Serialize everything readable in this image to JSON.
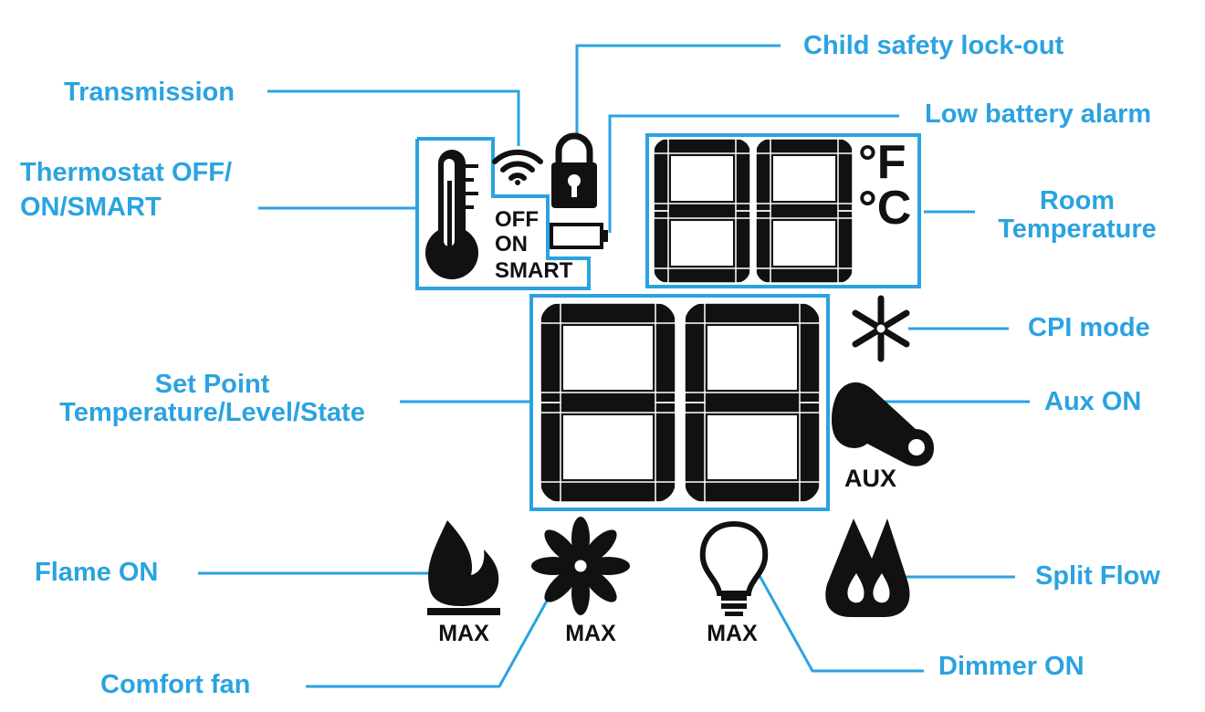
{
  "labels": {
    "child_lock": "Child safety lock-out",
    "transmission": "Transmission",
    "low_battery": "Low battery alarm",
    "thermostat_line1": "Thermostat OFF/",
    "thermostat_line2": "ON/SMART",
    "room_temp_line1": "Room",
    "room_temp_line2": "Temperature",
    "cpi_mode": "CPI mode",
    "set_point_line1": "Set Point",
    "set_point_line2": "Temperature/Level/State",
    "aux_on": "Aux ON",
    "flame_on": "Flame ON",
    "split_flow": "Split Flow",
    "dimmer_on": "Dimmer ON",
    "comfort_fan": "Comfort fan"
  },
  "display": {
    "off": "OFF",
    "on": "ON",
    "smart": "SMART",
    "fahrenheit": "°F",
    "celsius": "°C",
    "aux": "AUX",
    "max_flame": "MAX",
    "max_fan": "MAX",
    "max_dimmer": "MAX"
  },
  "colors": {
    "accent": "#2aa3e0",
    "segment": "#111111"
  },
  "icons": [
    "thermometer-icon",
    "wifi-icon",
    "padlock-icon",
    "battery-icon",
    "snowflake-icon",
    "hand-pointer-icon",
    "flame-icon",
    "fan-icon",
    "bulb-icon",
    "split-flow-icon"
  ]
}
